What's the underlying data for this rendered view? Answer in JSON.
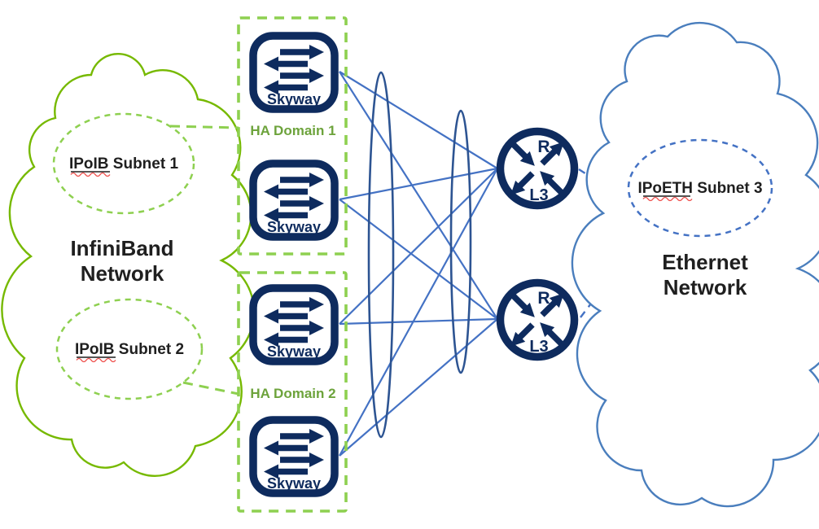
{
  "diagram": {
    "infiniband_cloud": {
      "title_line1": "InfiniBand",
      "title_line2": "Network",
      "subnet1_label": "IPoIB Subnet 1",
      "subnet2_label": "IPoIB Subnet 2"
    },
    "ethernet_cloud": {
      "title_line1": "Ethernet",
      "title_line2": "Network",
      "subnet3_label": "IPoETH Subnet 3"
    },
    "ha_domain1": {
      "label": "HA Domain 1"
    },
    "ha_domain2": {
      "label": "HA Domain 2"
    },
    "switch_label": "Skyway",
    "router": {
      "top_label": "R",
      "bottom_label": "L3"
    },
    "icons": {
      "switch_icon": "bidirectional-arrows-switch-icon",
      "router_icon": "l3-router-crossed-arrows-icon"
    },
    "colors": {
      "green_cloud": "#76b900",
      "green_dash": "#8ed050",
      "green_text": "#6da33c",
      "navy": "#0e2b5e",
      "blue_link": "#4472c4",
      "blue_lens": "#2d5492",
      "blue_cloud": "#4a7ebd",
      "text": "#1f1f1f",
      "spellcheck_red": "#ef5350"
    }
  }
}
